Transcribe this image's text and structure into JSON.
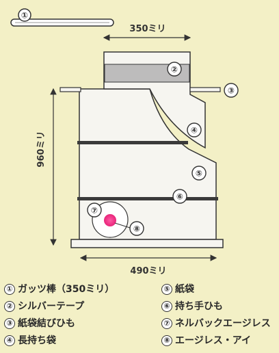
{
  "dimensions": {
    "top_width": "350ミリ",
    "height": "960ミリ",
    "bottom_width": "490ミリ"
  },
  "markers": [
    "①",
    "②",
    "③",
    "④",
    "⑤",
    "⑥",
    "⑦",
    "⑧"
  ],
  "legend": [
    {
      "num": "①",
      "text": "ガッツ棒（350ミリ）"
    },
    {
      "num": "②",
      "text": "シルバーテープ"
    },
    {
      "num": "③",
      "text": "紙袋結びひも"
    },
    {
      "num": "④",
      "text": "長持ち袋"
    },
    {
      "num": "⑤",
      "text": "紙袋"
    },
    {
      "num": "⑥",
      "text": "持ち手ひも"
    },
    {
      "num": "⑦",
      "text": "ネルバックエージレス"
    },
    {
      "num": "⑧",
      "text": "エージレス・アイ"
    }
  ],
  "colors": {
    "background": "#f3f0c6",
    "bag": "#f6f5f0",
    "silver_tape": "#bdbcbc",
    "bands": "#3a3a3a",
    "indicator": "#e8257a"
  }
}
